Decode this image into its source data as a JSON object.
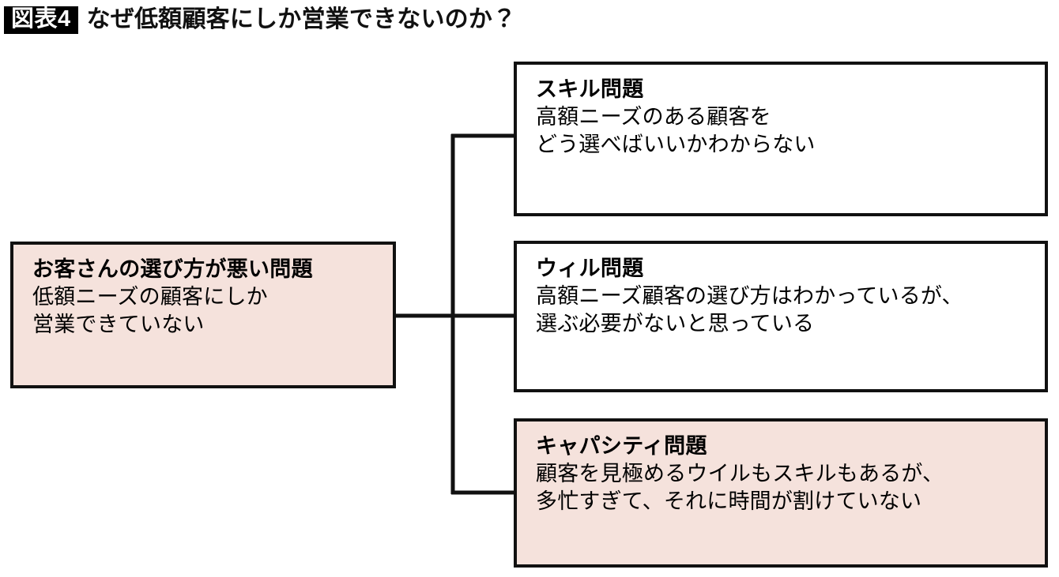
{
  "figure": {
    "badge_label": "図表4",
    "title": "なぜ低額顧客にしか営業できないのか？",
    "accent_tint": "#f5e2dc",
    "line_color": "#111111",
    "background": "#ffffff"
  },
  "diagram": {
    "type": "tree",
    "orientation": "left-to-right",
    "root": {
      "id": "root",
      "title": "お客さんの選び方が悪い問題",
      "lines": [
        "低額ニーズの顧客にしか",
        "営業できていない"
      ],
      "tinted": true
    },
    "branches": [
      {
        "id": "skill",
        "title": "スキル問題",
        "lines": [
          "高額ニーズのある顧客を",
          "どう選べばいいかわからない"
        ],
        "tinted": false
      },
      {
        "id": "will",
        "title": "ウィル問題",
        "lines": [
          "高額ニーズ顧客の選び方はわかっているが、",
          "選ぶ必要がないと思っている"
        ],
        "tinted": false
      },
      {
        "id": "capacity",
        "title": "キャパシティ問題",
        "lines": [
          "顧客を見極めるウイルもスキルもあるが、",
          "多忙すぎて、それに時間が割けていない"
        ],
        "tinted": true
      }
    ]
  }
}
